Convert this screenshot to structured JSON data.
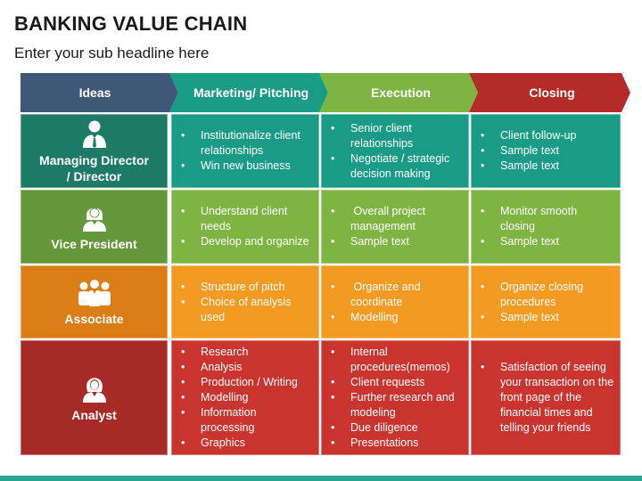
{
  "title": "BANKING VALUE CHAIN",
  "subtitle": "Enter your sub headline here",
  "stages": [
    {
      "label": "Ideas",
      "color": "#3f5878"
    },
    {
      "label": "Marketing/ Pitching",
      "color": "#1a9b85"
    },
    {
      "label": "Execution",
      "color": "#7db442"
    },
    {
      "label": "Closing",
      "color": "#b52b28"
    }
  ],
  "rows": [
    {
      "role": "Managing Director / Director",
      "icon": "businessman-icon",
      "role_color": "#1d7a66",
      "cell_color": "#1a9b85",
      "cells": [
        [
          "Institutionalize client relationships",
          "Win new business"
        ],
        [
          "Senior client relationships",
          "Negotiate / strategic decision making"
        ],
        [
          "Client follow-up",
          "Sample text",
          "Sample text"
        ]
      ]
    },
    {
      "role": "Vice President",
      "icon": "businesswoman-icon",
      "role_color": "#64963a",
      "cell_color": "#7db442",
      "cells": [
        [
          "Understand client needs",
          "Develop and organize"
        ],
        [
          " Overall project management",
          "Sample text"
        ],
        [
          "Monitor smooth closing",
          "Sample text"
        ]
      ]
    },
    {
      "role": "Associate",
      "icon": "team-icon",
      "role_color": "#d97d14",
      "cell_color": "#f29a22",
      "cells": [
        [
          "Structure of pitch",
          "Choice of analysis used"
        ],
        [
          " Organize and coordinate",
          "Modelling"
        ],
        [
          "Organize closing procedures",
          "Sample text"
        ]
      ]
    },
    {
      "role": "Analyst",
      "icon": "woman-icon",
      "role_color": "#a62a25",
      "cell_color": "#c9342f",
      "cells": [
        [
          "Research",
          "Analysis",
          "Production / Writing",
          "Modelling",
          "Information processing",
          "Graphics"
        ],
        [
          "Internal procedures(memos)",
          "Client requests",
          "Further research and modeling",
          "Due diligence",
          "Presentations"
        ],
        [
          "Satisfaction of seeing your transaction on the front page of the financial times and telling your friends"
        ]
      ]
    }
  ]
}
